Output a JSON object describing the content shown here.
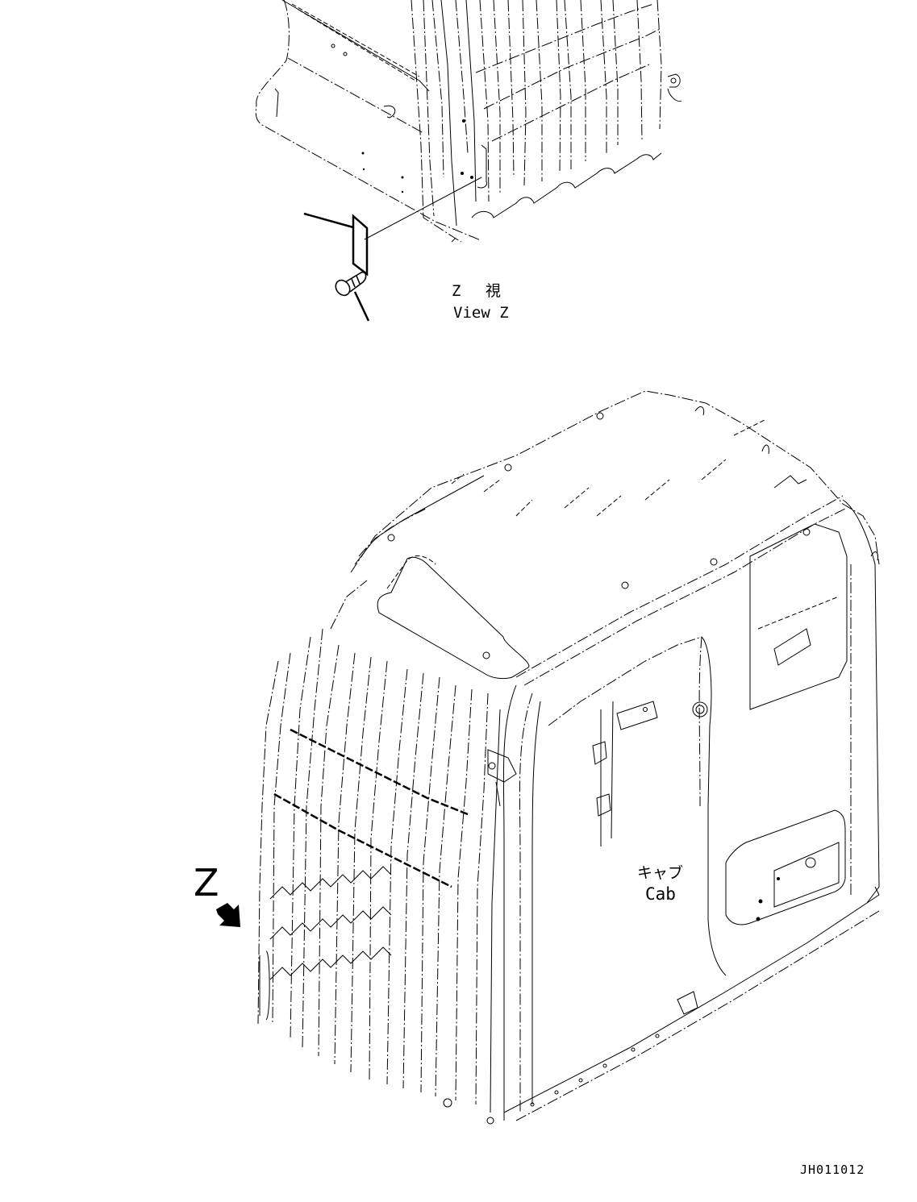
{
  "diagram": {
    "type": "exploded parts illustration",
    "subject": "Excavator operator cab with label plate and rivet",
    "detail_view": {
      "title_jp": "Z 　視",
      "title_en": "View Z",
      "parts": [
        {
          "name": "label-plate",
          "leader_line": true
        },
        {
          "name": "rivet",
          "leader_line": true
        }
      ]
    },
    "main_view": {
      "label_jp": "キャブ",
      "label_en": "Cab",
      "view_marker": {
        "letter": "Z",
        "arrow_direction": "down-right"
      }
    },
    "drawing_number": "JH011012",
    "colors": {
      "line": "#000000",
      "background": "#ffffff"
    }
  }
}
